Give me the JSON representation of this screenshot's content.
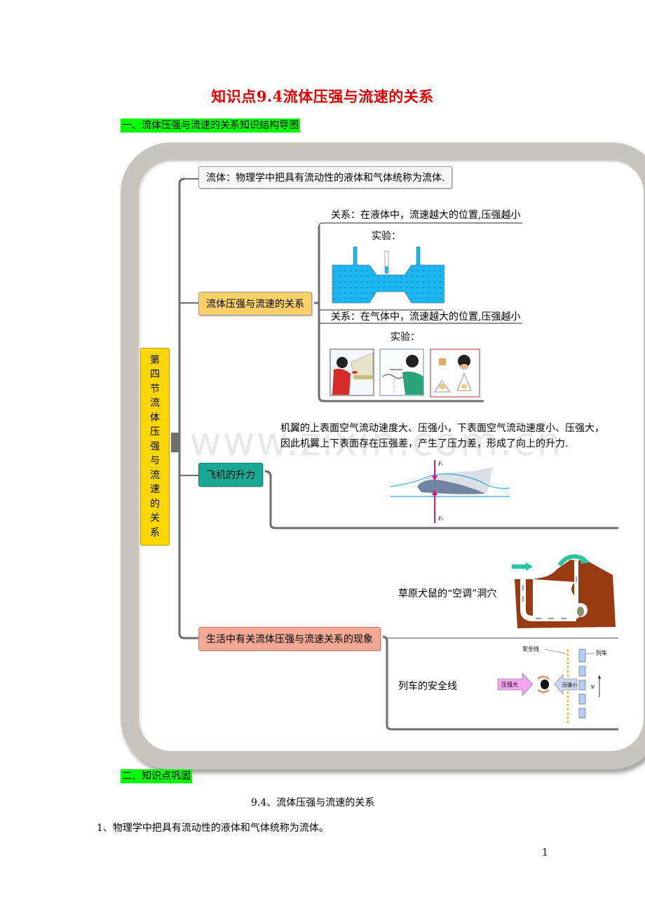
{
  "page": {
    "title": "知识点9.4流体压强与流速的关系",
    "section1_heading": "一、流体压强与流速的关系知识结构导图",
    "section2_heading": "二、知识点巩固",
    "subtitle": "9.4、流体压强与流速的关系",
    "paragraph1": "1、物理学中把具有流动性的液体和气体统称为流体。",
    "page_number": "1",
    "watermark": "www.zixin.com.cn"
  },
  "mindmap": {
    "root": [
      "第",
      "四",
      "节",
      "流",
      "体",
      "压",
      "强",
      "与",
      "流",
      "速",
      "的",
      "关",
      "系"
    ],
    "fluid_def": "流体：物理学中把具有流动性的液体和气体统称为流体.",
    "relation": {
      "label": "流体压强与流速的关系",
      "liquid_rel": "关系：在液体中，流速越大的位置,压强越小",
      "liquid_exp": "实验：",
      "gas_rel": "关系：在气体中，流速越大的位置,压强越小",
      "gas_exp": "实验："
    },
    "lift": {
      "label": "飞机的升力",
      "desc_line1": "机翼的上表面空气流动速度大、压强小，下表面空气流动速度小、压强大，",
      "desc_line2": "因此机翼上下表面存在压强差，产生了压力差，形成了向上的升力.",
      "force_top": "F₁",
      "force_bottom": "F₂"
    },
    "life": {
      "label": "生活中有关流体压强与流速关系的现象",
      "burrow": "草原犬鼠的“空调”洞穴",
      "train": "列车的安全线",
      "safety_line": "安全线",
      "train_label": "列车",
      "high_pressure": "压强大",
      "low_pressure": "压强小",
      "velocity": "v"
    }
  },
  "colors": {
    "title": "#e60000",
    "highlight": "#00ff00",
    "root": "#ffd700",
    "relation_node": "#fdd06a",
    "lift_node": "#19a895",
    "life_node": "#f2a895",
    "frame": "#c8c5bf",
    "branch": "#6e6e6e"
  }
}
